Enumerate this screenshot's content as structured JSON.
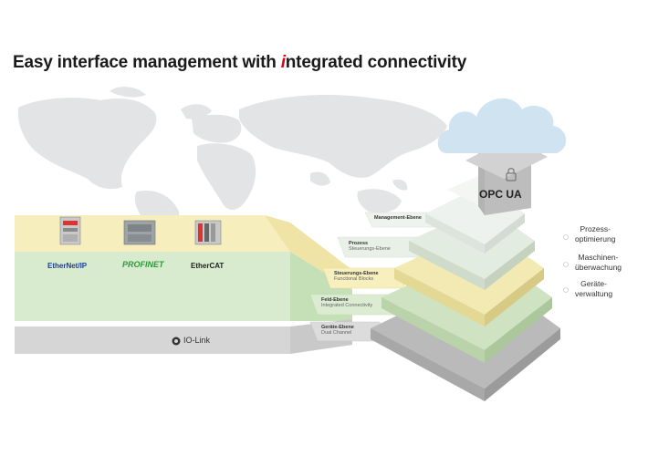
{
  "title": {
    "prefix": "Easy interface management with ",
    "highlight": "i",
    "suffix": "ntegrated connectivity"
  },
  "protocols": {
    "ethernet_ip": "EtherNet/IP",
    "profinet": "PROFINET",
    "ethercat": "EtherCAT",
    "io_link": "IO-Link"
  },
  "cloud": {
    "label": "OPC UA",
    "icon": "lock-icon"
  },
  "pyramid_levels": [
    {
      "main": "Management-Ebene",
      "sub": ""
    },
    {
      "main": "Prozess",
      "sub": "Steuerungs-Ebene"
    },
    {
      "main": "Steuerungs-Ebene",
      "sub": "Functional Blocks"
    },
    {
      "main": "Feld-Ebene",
      "sub": "Integrated Connectivity"
    },
    {
      "main": "Geräte-Ebene",
      "sub": "Dual Channel"
    }
  ],
  "side_labels": [
    {
      "line1": "Prozess-",
      "line2": "optimierung"
    },
    {
      "line1": "Maschinen-",
      "line2": "überwachung"
    },
    {
      "line1": "Geräte-",
      "line2": "verwaltung"
    }
  ],
  "colors": {
    "band_yellow": "#f6eebd",
    "band_green": "#d9ebce",
    "band_grey": "#d6d6d6",
    "accent_red": "#e2001a",
    "cloud": "#cfe3f0"
  }
}
